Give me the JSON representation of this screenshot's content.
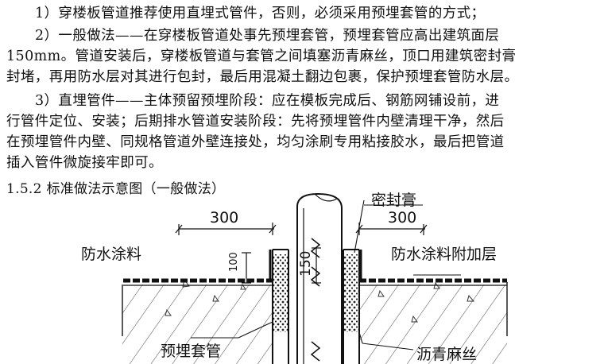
{
  "paragraphs": [
    {
      "lines": [
        "1）穿楼板管道推荐使用直埋式管件，否则，必须采用预埋套管的方式；"
      ]
    },
    {
      "lines": [
        "2）一般做法——在穿楼板管道处事先预埋套管，预埋套管应高出建筑面层",
        "150mm。管道安装后，穿楼板管道与套管之间填塞沥青麻丝，顶口用建筑密封膏",
        "封堵，再用防水层对其进行包封，最后用混凝土翻边包裹，保护预埋套管防水层。"
      ]
    },
    {
      "lines": [
        "3）直埋管件——主体预留预埋阶段：应在模板完成后、钢筋网铺设前，进",
        "行管件定位、安装；后期排水管道安装阶段：先将预埋管件内壁清理干净，然后",
        "在预埋管件内壁、同规格管道外壁连接处，均匀涂刷专用粘接胶水，最后把管道",
        "插入管件微旋接牢即可。"
      ]
    }
  ],
  "section_heading": "1.5.2 标准做法示意图（一般做法）",
  "diagram": {
    "labels": {
      "sealant": "密封膏",
      "dim_left": "300",
      "dim_right": "300",
      "dim_100": "100",
      "dim_150": "150",
      "waterproof_coating": "防水涂料",
      "waterproof_coating_additional": "防水涂料附加层",
      "embedded_sleeve": "预埋套管",
      "asphalt_hemp": "沥青麻丝"
    }
  }
}
